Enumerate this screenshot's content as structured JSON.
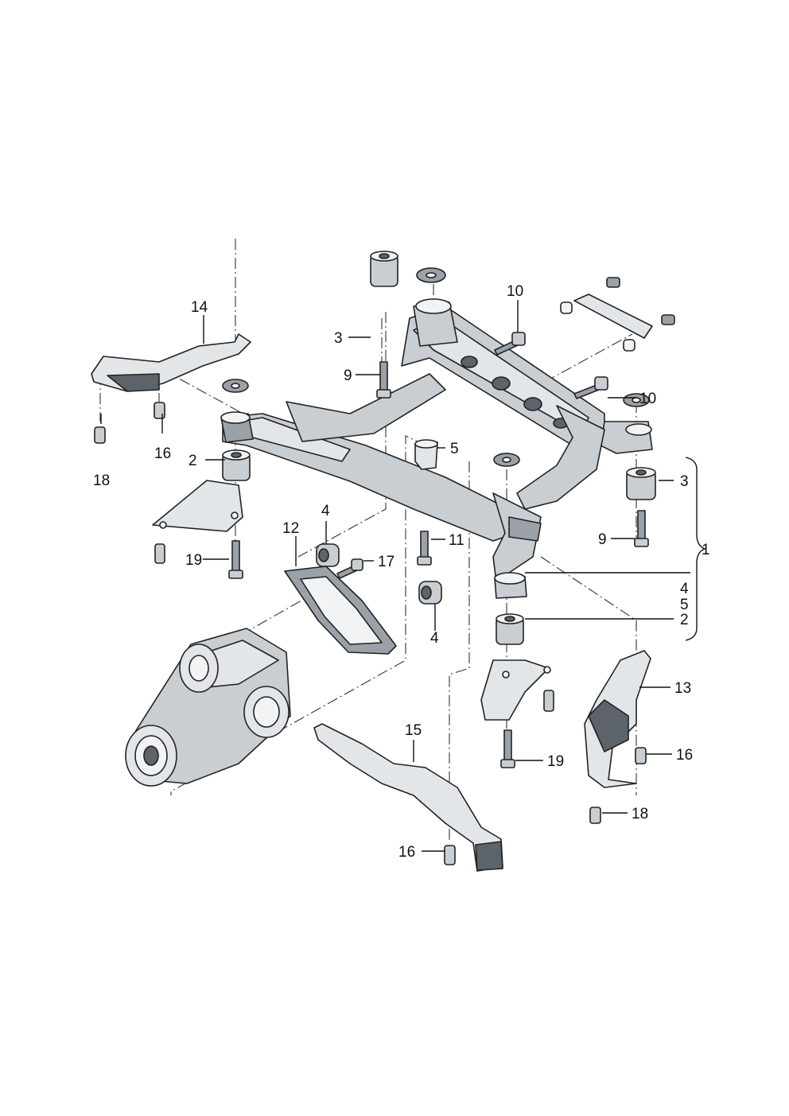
{
  "labels": {
    "l1": "1",
    "l2a": "2",
    "l2b": "2",
    "l3a": "3",
    "l3b": "3",
    "l4a": "4",
    "l4b": "4",
    "l4c": "4",
    "l5a": "5",
    "l5b": "5",
    "l9a": "9",
    "l9b": "9",
    "l10a": "10",
    "l10b": "10",
    "l11": "11",
    "l12": "12",
    "l13": "13",
    "l14": "14",
    "l15": "15",
    "l16a": "16",
    "l16b": "16",
    "l16c": "16",
    "l17": "17",
    "l18a": "18",
    "l18b": "18",
    "l19a": "19",
    "l19b": "19"
  },
  "colors": {
    "line": "#111111",
    "metal_light": "#e3e6e9",
    "metal_mid": "#c9ced3",
    "metal_dark": "#5c636a"
  }
}
